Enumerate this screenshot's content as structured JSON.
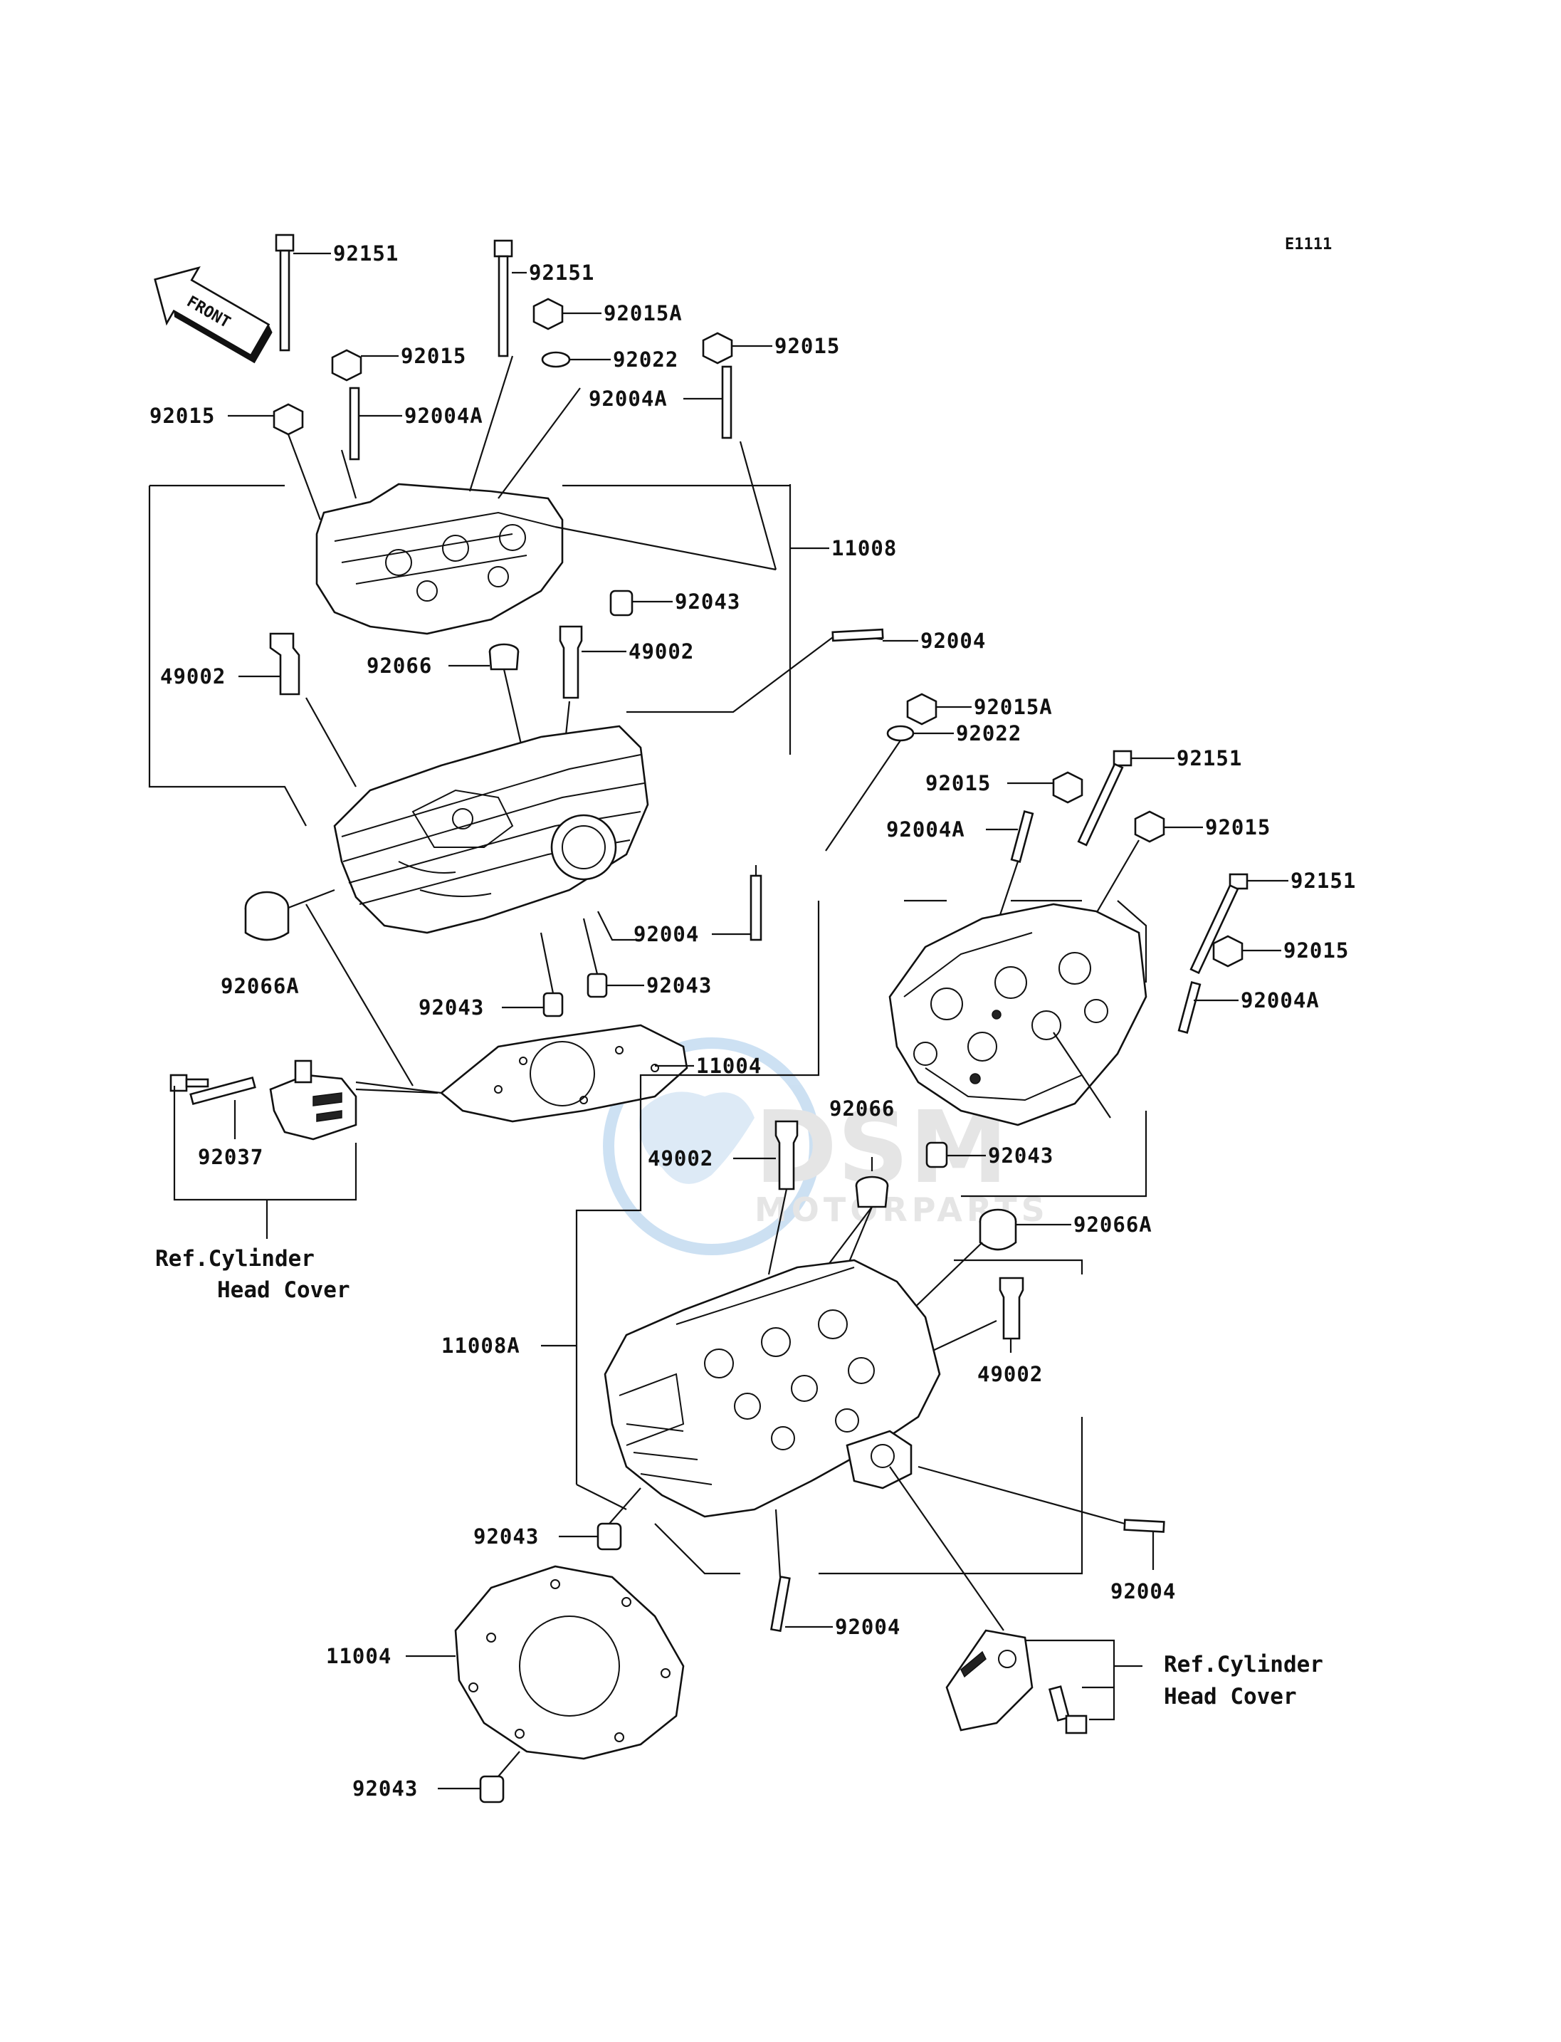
{
  "diagram_code": "E1111",
  "front_arrow_label": "FRONT",
  "watermark": {
    "brand": "DSM",
    "subtitle": "MOTORPARTS"
  },
  "references": {
    "left": {
      "line1": "Ref.Cylinder",
      "line2": "Head Cover"
    },
    "right": {
      "line1": "Ref.Cylinder",
      "line2": "Head Cover"
    }
  },
  "labels": {
    "l92151a": "92151",
    "l92151b": "92151",
    "l92015Aa": "92015A",
    "l92015a": "92015",
    "l92022a": "92022",
    "l92015b": "92015",
    "l92015c": "92015",
    "l92004Aa": "92004A",
    "l92004Ab": "92004A",
    "l11008": "11008",
    "l92043a": "92043",
    "l49002a": "49002",
    "l92066a": "92066",
    "l49002b": "49002",
    "l92004a": "92004",
    "l92015Ab": "92015A",
    "l92022b": "92022",
    "l92151c": "92151",
    "l92015d": "92015",
    "l92004Ac": "92004A",
    "l92015e": "92015",
    "l92151d": "92151",
    "l92015f": "92015",
    "l92004Ad": "92004A",
    "l92066Aa": "92066A",
    "l92004b": "92004",
    "l92043b": "92043",
    "l92043c": "92043",
    "l11004a": "11004",
    "l92037": "92037",
    "l92066b": "92066",
    "l49002c": "49002",
    "l92043d": "92043",
    "l92066Ab": "92066A",
    "l11008A": "11008A",
    "l49002d": "49002",
    "l92043e": "92043",
    "l92004c": "92004",
    "l11004b": "11004",
    "l92004d": "92004",
    "l92043f": "92043"
  }
}
